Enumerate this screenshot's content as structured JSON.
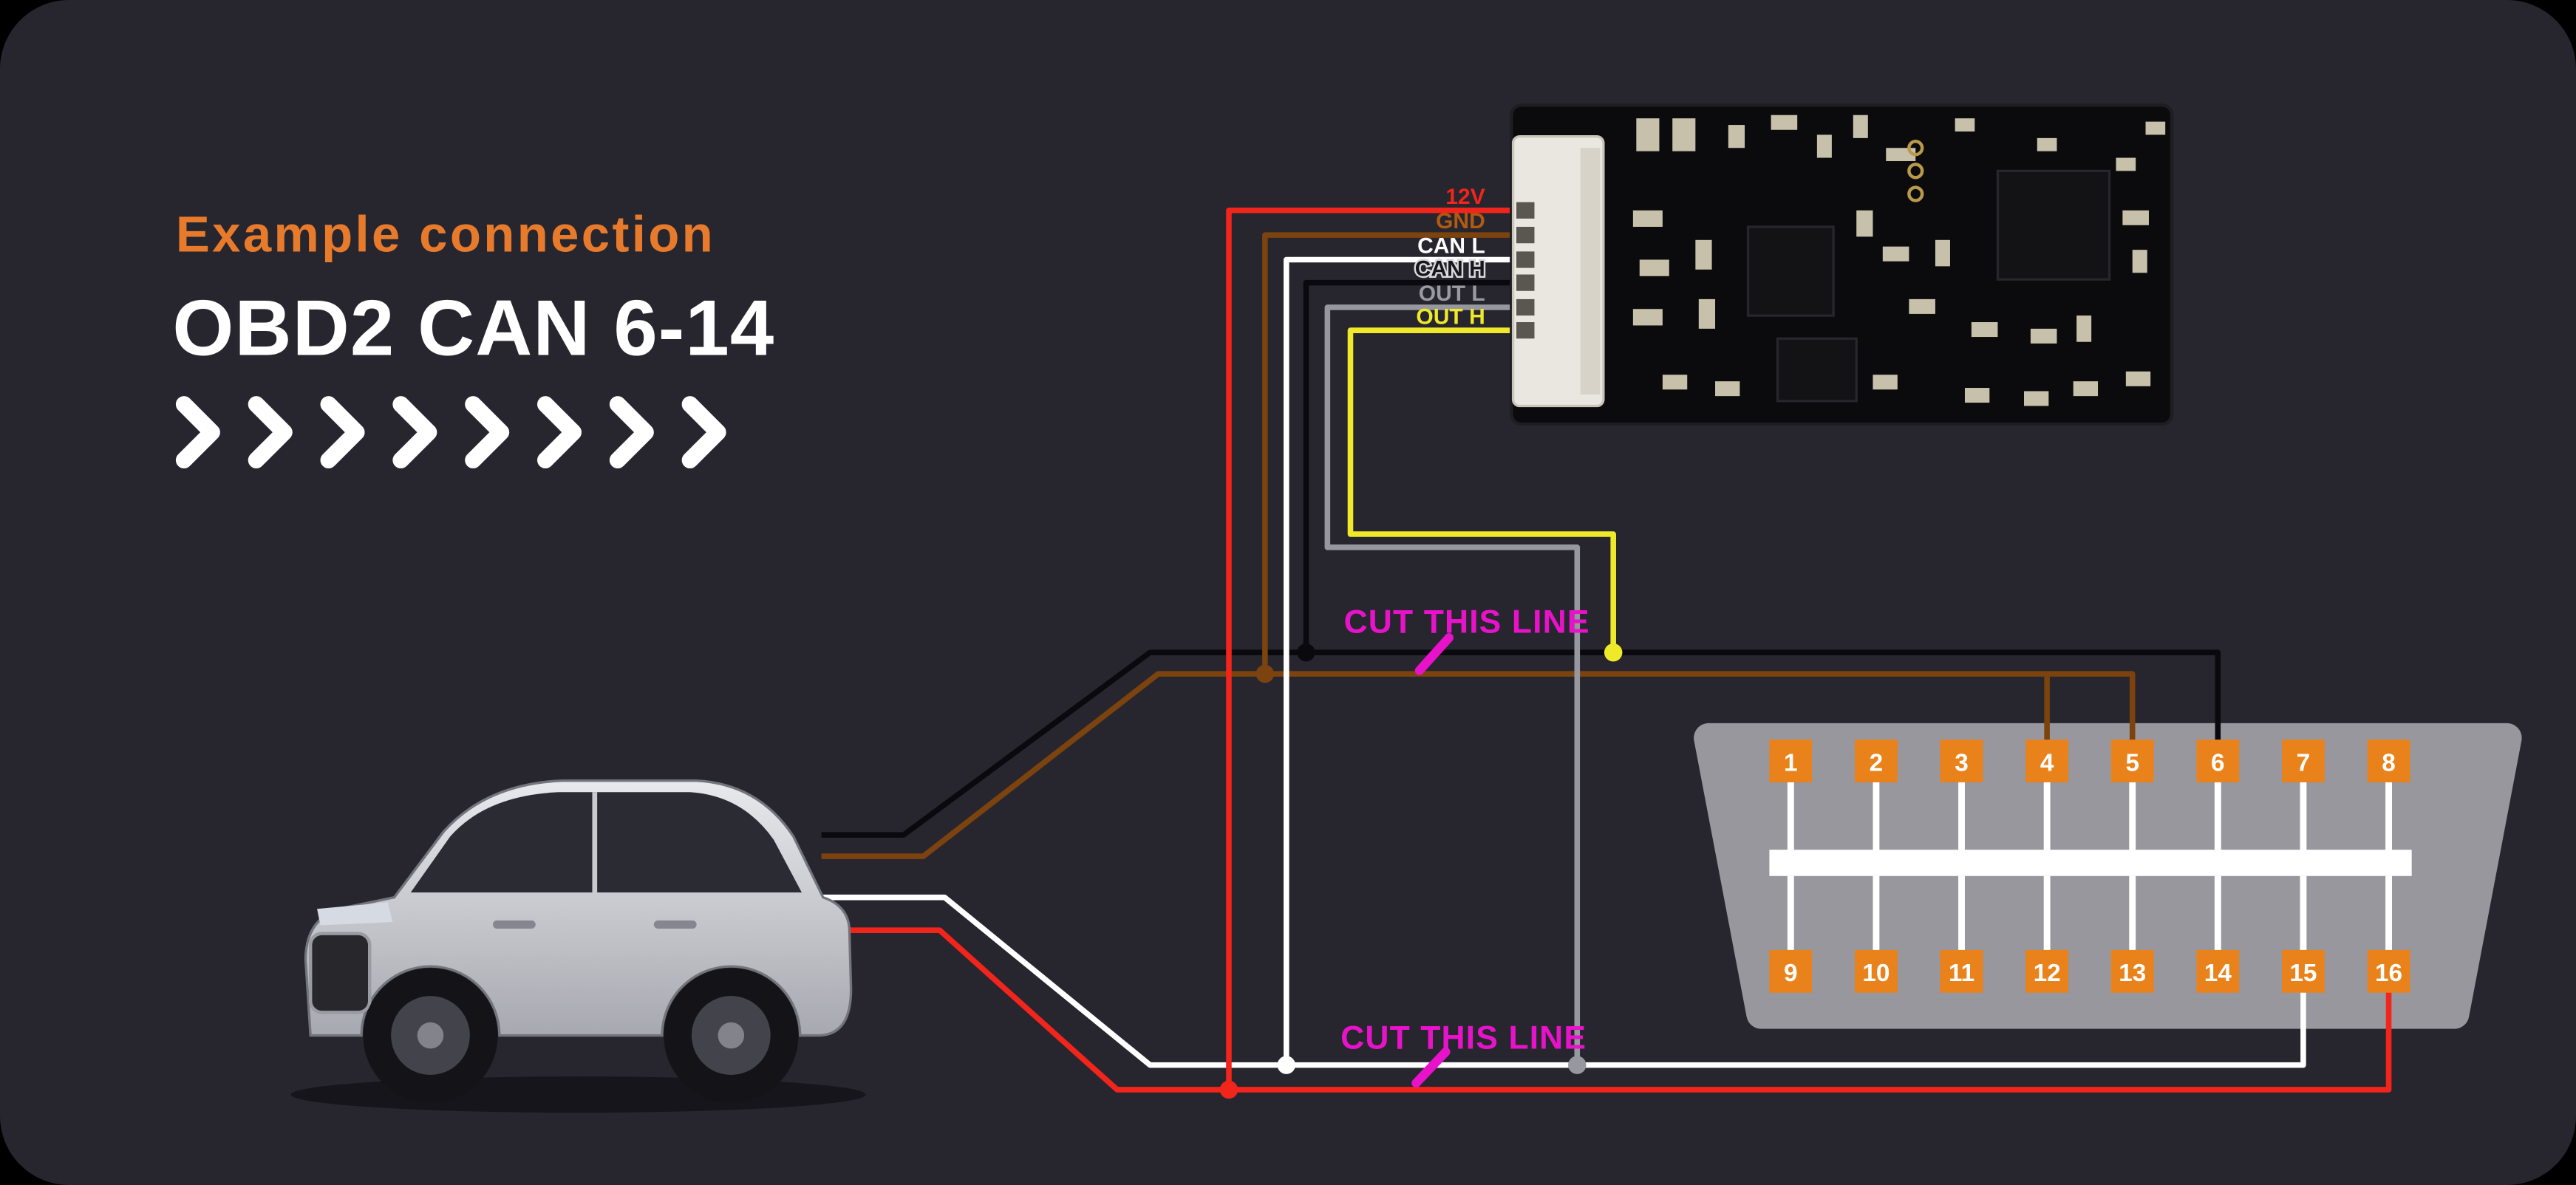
{
  "colors": {
    "card": "#27262f",
    "accent": "#e87b2b",
    "title_text": "#ffffff",
    "connector_body": "#97979d"
  },
  "header": {
    "eyebrow": "Example connection",
    "title": "OBD2 CAN 6-14"
  },
  "module": {
    "pin_labels": [
      {
        "name": "12V",
        "color": "#f1251b"
      },
      {
        "name": "GND",
        "color": "#b05a12"
      },
      {
        "name": "CAN L",
        "color": "#ffffff"
      },
      {
        "name": "CAN H",
        "color": "#17171a"
      },
      {
        "name": "OUT L",
        "color": "#9a9aa2"
      },
      {
        "name": "OUT H",
        "color": "#efe92a"
      }
    ]
  },
  "wires": {
    "red": "#f1251b",
    "brown": "#7c430e",
    "white": "#ffffff",
    "black": "#0a0a0e",
    "gray": "#97979f",
    "yellow": "#efe92a",
    "cut": "#e712c9"
  },
  "cut_note": {
    "top": "CUT THIS LINE",
    "bottom": "CUT THIS LINE"
  },
  "obd2_connector": {
    "pin_color": "#e9821b",
    "top_pins": [
      "1",
      "2",
      "3",
      "4",
      "5",
      "6",
      "7",
      "8"
    ],
    "bottom_pins": [
      "9",
      "10",
      "11",
      "12",
      "13",
      "14",
      "15",
      "16"
    ]
  }
}
